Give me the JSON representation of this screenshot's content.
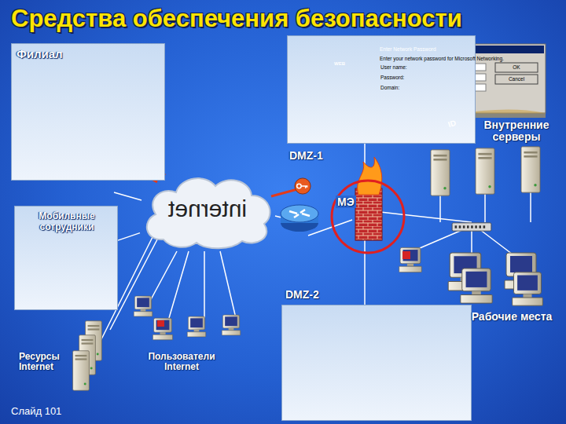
{
  "diagram": {
    "title": "Средства обеспечения безопасности",
    "nodes": [
      {
        "text": [
          "Филиал"
        ]
      },
      {
        "text": [
          "DMZ-1"
        ]
      },
      {
        "text": [
          "Мобильные сотрудники"
        ]
      },
      {
        "text": [
          "internet"
        ]
      },
      {
        "text": [
          "DMZ-2"
        ]
      }
    ],
    "edges": [
      {
        "from": 0,
        "to": 3,
        "arrow": "none"
      },
      {
        "from": 3,
        "to": 2,
        "arrow": "none"
      }
    ],
    "labels": [
      "Внутренние серверы",
      "МЭ",
      "Рабочие места",
      "Ресурсы Internet",
      "Пользователи Internet",
      "Слайд 101",
      "Enter Network Password",
      "Enter your network password for Microsoft Networking.",
      "User name:",
      "Password:",
      "Domain:",
      "OK",
      "Cancel",
      "ID",
      "WEB"
    ]
  }
}
